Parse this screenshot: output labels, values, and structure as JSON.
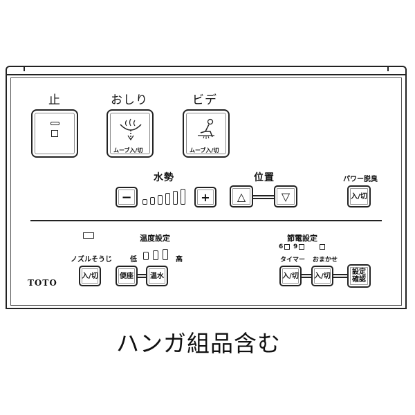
{
  "top_buttons": {
    "stop_label": "止",
    "oshiri_label": "おしり",
    "bidet_label": "ビデ",
    "move_oshiri": "ムーブ入/切",
    "move_bidet": "ムーブ入/切"
  },
  "water_pressure": {
    "label": "水勢",
    "minus": "−",
    "plus": "+",
    "levels": [
      1,
      2,
      3,
      4,
      5,
      6
    ]
  },
  "position": {
    "label": "位置",
    "up": "△",
    "down": "▽"
  },
  "power_deodorize": {
    "label": "パワー脱臭",
    "button": "入/切"
  },
  "nozzle": {
    "label": "ノズルそうじ",
    "button": "入/切"
  },
  "temperature": {
    "label": "温度設定",
    "low": "低",
    "high": "高",
    "seat_button": "便座",
    "water_button": "温水"
  },
  "energy_saving": {
    "label": "節電設定",
    "timer_hours": "6",
    "timer_hours2": "9",
    "timer_label": "タイマー",
    "omakase_label": "おまかせ",
    "timer_button": "入/切",
    "omakase_button": "入/切",
    "confirm_button_line1": "設定",
    "confirm_button_line2": "確認"
  },
  "brand": "TOTO",
  "caption": "ハンガ組品含む"
}
